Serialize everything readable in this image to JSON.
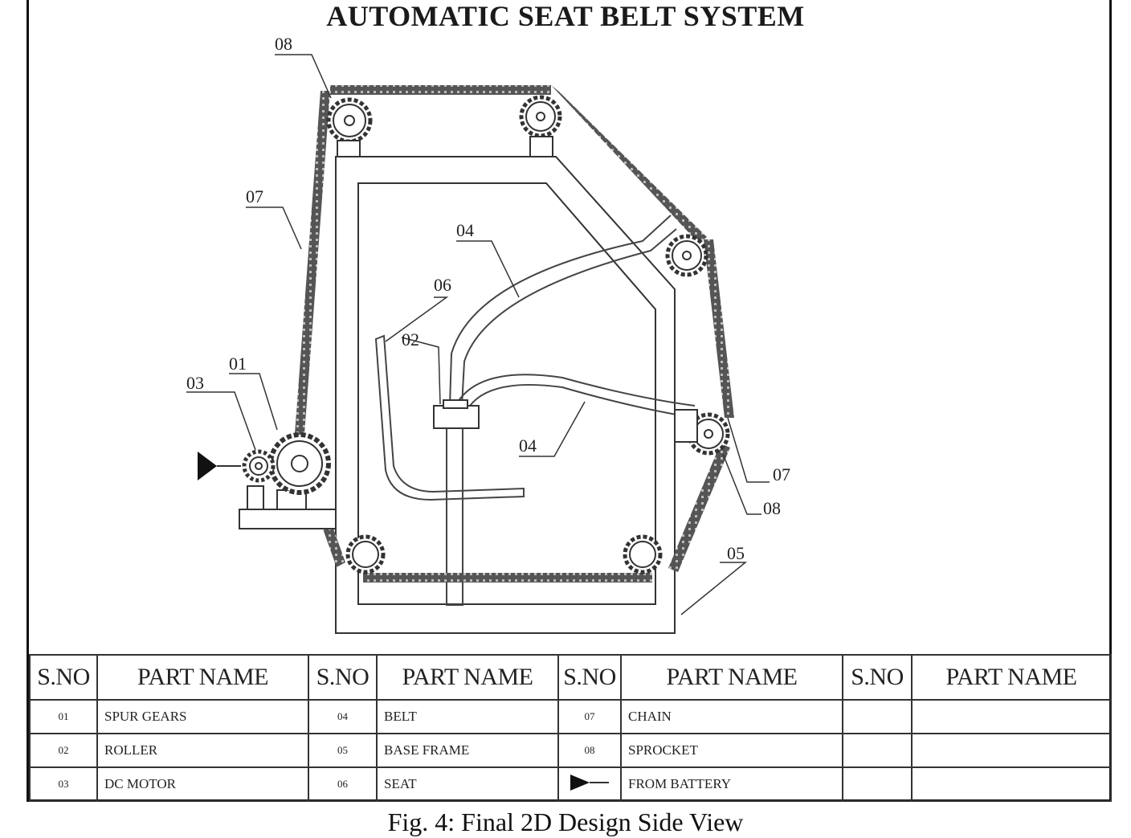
{
  "title": "AUTOMATIC SEAT BELT SYSTEM",
  "callouts": {
    "c08_top": "08",
    "c07_left": "07",
    "c04_upper": "04",
    "c06": "06",
    "c02": "02",
    "c01": "01",
    "c03": "03",
    "c04_lower": "04",
    "c07_right": "07",
    "c08_right": "08",
    "c05": "05"
  },
  "table": {
    "headers": [
      "S.NO",
      "PART NAME",
      "S.NO",
      "PART NAME",
      "S.NO",
      "PART NAME",
      "S.NO",
      "PART NAME"
    ],
    "rows": [
      [
        {
          "sno": "01",
          "name": "SPUR GEARS"
        },
        {
          "sno": "04",
          "name": "BELT"
        },
        {
          "sno": "07",
          "name": "CHAIN"
        },
        {
          "sno": "",
          "name": ""
        }
      ],
      [
        {
          "sno": "02",
          "name": "ROLLER"
        },
        {
          "sno": "05",
          "name": "BASE FRAME"
        },
        {
          "sno": "08",
          "name": "SPROCKET"
        },
        {
          "sno": "",
          "name": ""
        }
      ],
      [
        {
          "sno": "03",
          "name": "DC MOTOR"
        },
        {
          "sno": "06",
          "name": "SEAT"
        },
        {
          "sno": "",
          "symbol": "arrow-icon",
          "name": "FROM BATTERY"
        },
        {
          "sno": "",
          "name": ""
        }
      ]
    ]
  },
  "caption": "Fig. 4: Final 2D Design Side View"
}
